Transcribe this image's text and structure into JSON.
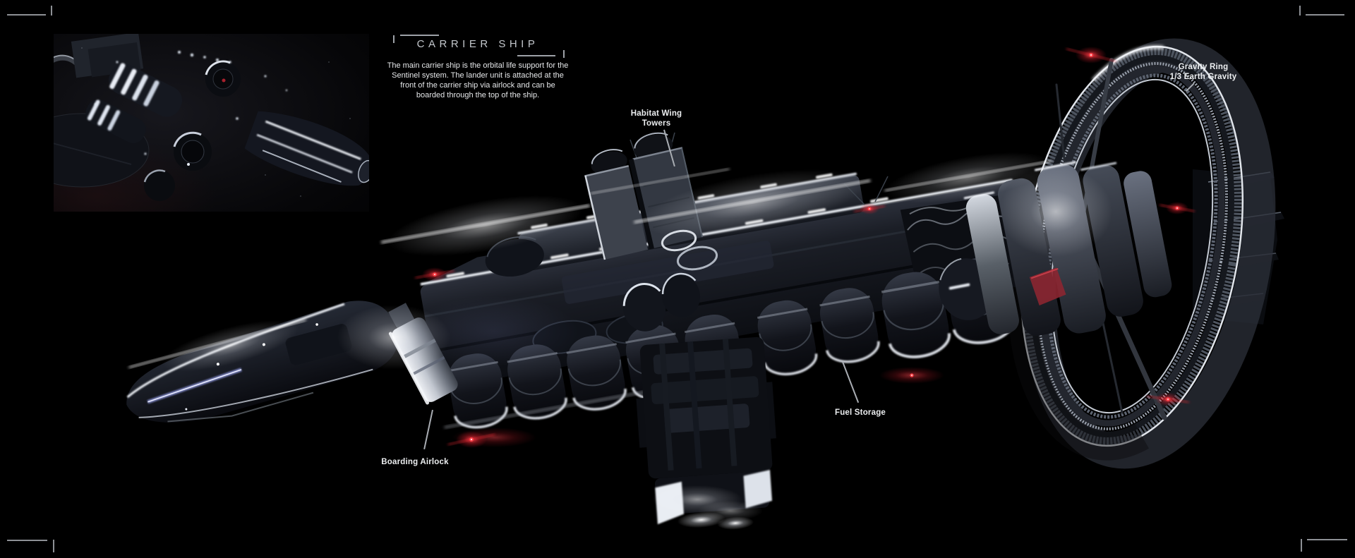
{
  "colors": {
    "background": "#000000",
    "title_text": "#c3c7cc",
    "body_text": "#e6e8ea",
    "annotation_text": "#eceef0",
    "leader_line": "#a9adb3",
    "crop_mark": "#8d9095",
    "accent_red": "#ff2a36",
    "highlight_white": "#f4f6fa"
  },
  "title_block": {
    "title": "CARRIER SHIP",
    "description_lines": [
      "The main carrier ship is the orbital life support for the",
      "Sentinel system. The lander unit is attached at the",
      "front of the carrier ship via airlock and can be",
      "boarded through the top of the ship."
    ]
  },
  "annotations": {
    "habitat_wing_towers": {
      "line1": "Habitat Wing",
      "line2": "Towers"
    },
    "gravity_ring": {
      "line1": "Gravity Ring",
      "line2": "1/3 Earth Gravity"
    },
    "fuel_storage": {
      "label": "Fuel Storage"
    },
    "boarding_airlock": {
      "label": "Boarding Airlock"
    }
  }
}
